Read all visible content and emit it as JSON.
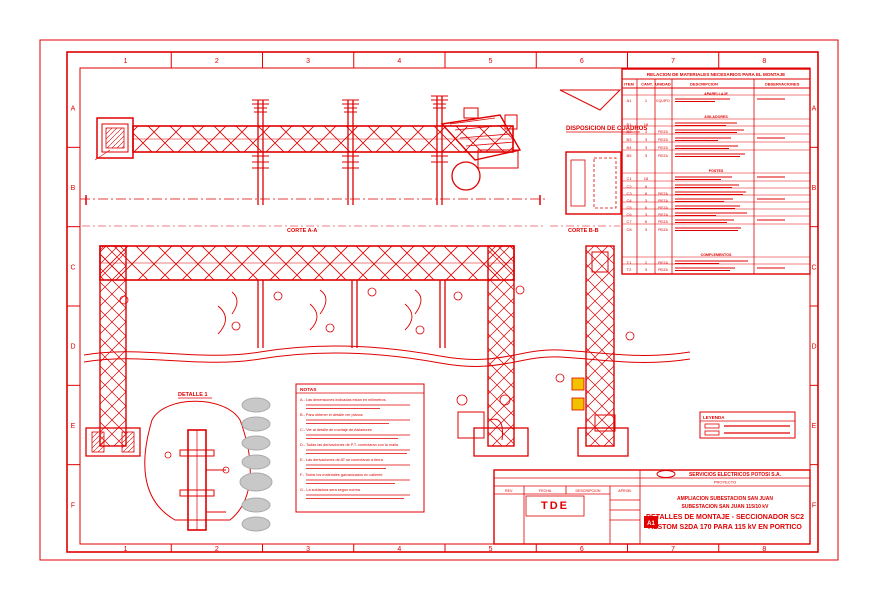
{
  "colors": {
    "line": "#e00000",
    "paper": "#ffffff",
    "grey": "#c8c8c8"
  },
  "frame": {
    "columns": [
      "1",
      "2",
      "3",
      "4",
      "5",
      "6",
      "7",
      "8"
    ],
    "rows": [
      "A",
      "B",
      "C",
      "D",
      "E",
      "F"
    ]
  },
  "materials": {
    "title": "RELACION DE MATERIALES NECESARIOS PARA EL MONTAJE",
    "headers": [
      "ITEM",
      "CANT.",
      "UNIDAD",
      "DESCRIPCION",
      "OBSERVACIONES"
    ],
    "sections": [
      "APARELLAJE",
      "AISLADORES",
      "POSTES",
      "COMPLEMENTOS"
    ],
    "rows": [
      {
        "item": "A1",
        "cant": "1",
        "unid": "EQUIPO"
      },
      {
        "item": "B1",
        "cant": "18",
        "unid": ""
      },
      {
        "item": "B2",
        "cant": "3",
        "unid": "PIEZA"
      },
      {
        "item": "B3",
        "cant": "3",
        "unid": "PIEZA"
      },
      {
        "item": "B4",
        "cant": "3",
        "unid": "PIEZA"
      },
      {
        "item": "B5",
        "cant": "3",
        "unid": "PIEZA"
      },
      {
        "item": "C1",
        "cant": "18",
        "unid": ""
      },
      {
        "item": "C2",
        "cant": "6",
        "unid": ""
      },
      {
        "item": "C3",
        "cant": "6",
        "unid": "PIEZA"
      },
      {
        "item": "C4",
        "cant": "3",
        "unid": "PIEZA"
      },
      {
        "item": "C5",
        "cant": "6",
        "unid": "PIEZA"
      },
      {
        "item": "C6",
        "cant": "3",
        "unid": "PIEZA"
      },
      {
        "item": "C7",
        "cant": "6",
        "unid": "PIEZA"
      },
      {
        "item": "C8",
        "cant": "3",
        "unid": "PIEZA"
      },
      {
        "item": "T1",
        "cant": "2",
        "unid": "PIEZA"
      },
      {
        "item": "T2",
        "cant": "3",
        "unid": "PIEZA"
      }
    ]
  },
  "labels": {
    "corte_aa": "CORTE A-A",
    "corte_bb": "CORTE B-B",
    "detalle": "DETALLE 1",
    "disposicion": "DISPOSICION DE CUADROS",
    "notas": "NOTAS",
    "leyenda": "LEYENDA"
  },
  "notes": [
    "A.- Las dimensiones indicadas estan en milimetros.",
    "B.- Para obtener el detalle ver planos",
    "C.- Ver al detalle de montaje de Aisladores",
    "D.- Todas las derivaciones de P.T. conectaran con la malla",
    "E.- Las derivaciones de AT se conectaran a tierra",
    "F.- Todos los materiales galvanizados en caliente",
    "G.- La soldadura sera segun norma"
  ],
  "title_block": {
    "company": "SERVICIOS ELECTRICOS POTOSI S.A.",
    "logo": "TDE",
    "subtitle": "PROYECTO",
    "project": "AMPLIACION SUBESTACION SAN JUAN",
    "substation": "SUBESTACION SAN JUAN 115/10 kV",
    "drawing_title": "DETALLES DE MONTAJE - SECCIONADOR SC2",
    "drawing_subtitle": "ALSTOM S2DA 170 PARA 115 kV EN PORTICO",
    "sheet": "A1",
    "col_rev": "REV.",
    "col_fecha": "FECHA",
    "col_desc": "DESCRIPCION",
    "col_aprob": "APROB."
  }
}
